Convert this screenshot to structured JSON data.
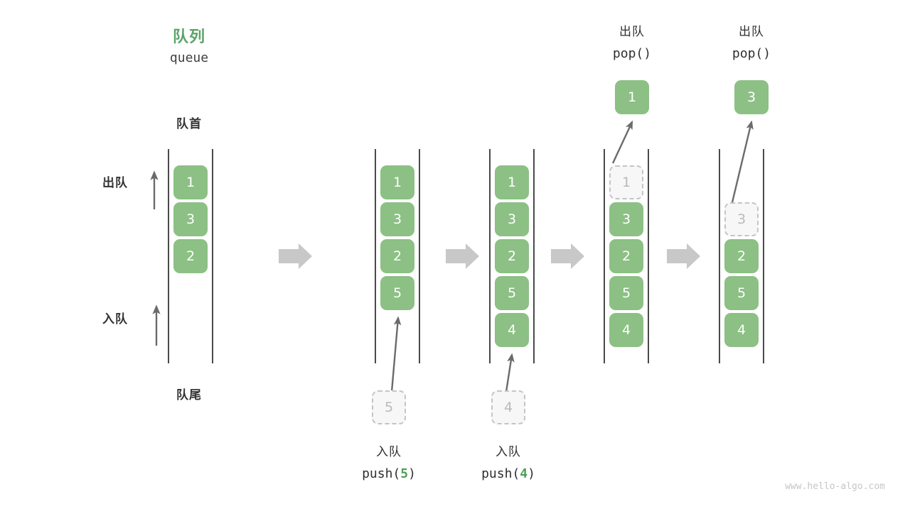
{
  "diagram": {
    "title_cn": "队列",
    "title_en": "queue",
    "front_label": "队首",
    "rear_label": "队尾",
    "dequeue_label": "出队",
    "enqueue_label": "入队",
    "watermark": "www.hello-algo.com",
    "accent_green": "#8cc084",
    "title_green": "#5aa469",
    "ghost_fill": "#f7f7f7",
    "ghost_border": "#c4c4c4",
    "rail_color": "#4a4a4a",
    "flow_arrow_color": "#c8c8c8",
    "motion_arrow_color": "#6b6b6b"
  },
  "steps": [
    {
      "id": "initial",
      "cells": [
        "1",
        "3",
        "2"
      ],
      "ghost_index": -1,
      "op_cn": "",
      "op_code": "",
      "op_arg": "",
      "incoming": null,
      "outgoing": null
    },
    {
      "id": "push-5",
      "cells": [
        "1",
        "3",
        "2",
        "5"
      ],
      "ghost_index": -1,
      "op_cn": "入队",
      "op_code_prefix": "push(",
      "op_arg": "5",
      "op_code_suffix": ")",
      "incoming": "5",
      "outgoing": null
    },
    {
      "id": "push-4",
      "cells": [
        "1",
        "3",
        "2",
        "5",
        "4"
      ],
      "ghost_index": -1,
      "op_cn": "入队",
      "op_code_prefix": "push(",
      "op_arg": "4",
      "op_code_suffix": ")",
      "incoming": "4",
      "outgoing": null
    },
    {
      "id": "pop-1",
      "cells": [
        "1",
        "3",
        "2",
        "5",
        "4"
      ],
      "ghost_index": 0,
      "op_cn": "出队",
      "op_code_prefix": "pop(",
      "op_arg": "",
      "op_code_suffix": ")",
      "incoming": null,
      "outgoing": "1"
    },
    {
      "id": "pop-3",
      "cells": [
        "3",
        "2",
        "5",
        "4"
      ],
      "ghost_index": 0,
      "op_cn": "出队",
      "op_code_prefix": "pop(",
      "op_arg": "",
      "op_code_suffix": ")",
      "incoming": null,
      "outgoing": "3"
    }
  ],
  "flow_arrows": [
    {
      "id": "flow-1"
    },
    {
      "id": "flow-2"
    },
    {
      "id": "flow-3"
    },
    {
      "id": "flow-4"
    }
  ]
}
